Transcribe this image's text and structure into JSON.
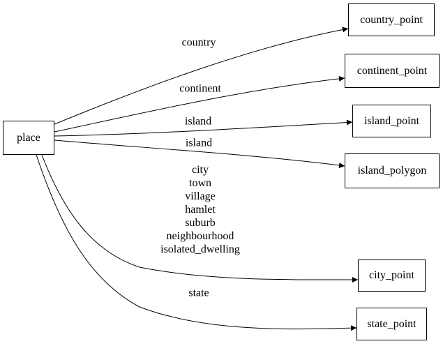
{
  "diagram": {
    "type": "graphviz-digraph",
    "colors": {
      "background": "#ffffff",
      "stroke": "#000000",
      "text": "#000000"
    },
    "source_node": {
      "label": "place"
    },
    "target_nodes": [
      {
        "label": "country_point"
      },
      {
        "label": "continent_point"
      },
      {
        "label": "island_point"
      },
      {
        "label": "island_polygon"
      },
      {
        "label": "city_point"
      },
      {
        "label": "state_point"
      }
    ],
    "edges": [
      {
        "from": "place",
        "to": "country_point",
        "label": "country"
      },
      {
        "from": "place",
        "to": "continent_point",
        "label": "continent"
      },
      {
        "from": "place",
        "to": "island_point",
        "label": "island"
      },
      {
        "from": "place",
        "to": "island_polygon",
        "label": "island"
      },
      {
        "from": "place",
        "to": "city_point",
        "label": "city\ntown\nvillage\nhamlet\nsuburb\nneighbourhood\nisolated_dwelling"
      },
      {
        "from": "place",
        "to": "state_point",
        "label": "state"
      }
    ]
  }
}
